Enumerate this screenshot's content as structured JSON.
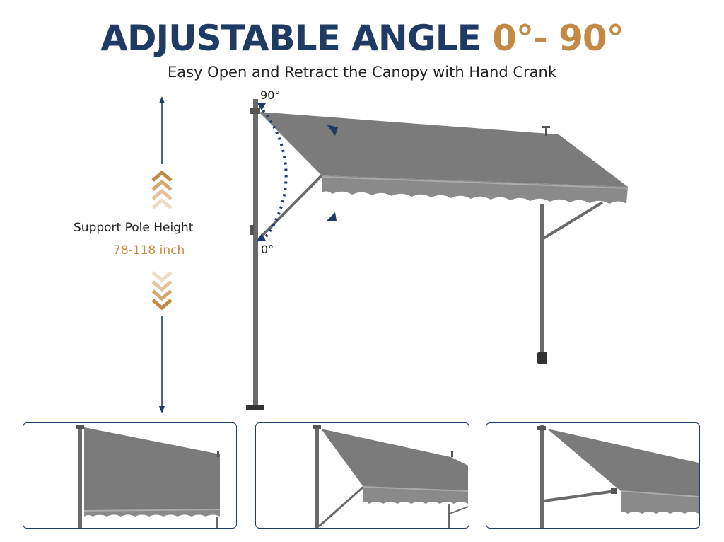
{
  "headline": {
    "text": "ADJUSTABLE ANGLE",
    "accent": "0°- 90°"
  },
  "subtitle": "Easy Open and Retract the Canopy with Hand Crank",
  "pole": {
    "label": "Support Pole Height",
    "value": "78-118 inch"
  },
  "angle_labels": {
    "max": "90°",
    "min": "0°"
  },
  "colors": {
    "navy": "#1f3b63",
    "accent": "#c38a45",
    "canopy": "#7b7b7b",
    "pole": "#6a6a6a"
  },
  "icons": [
    "double-arrow-vertical-icon",
    "chevron-up-icon",
    "chevron-down-icon",
    "curved-arc-arrow-icon"
  ],
  "panels": [
    {
      "name": "canopy-position-vertical"
    },
    {
      "name": "canopy-position-angled"
    },
    {
      "name": "canopy-position-extended"
    }
  ]
}
